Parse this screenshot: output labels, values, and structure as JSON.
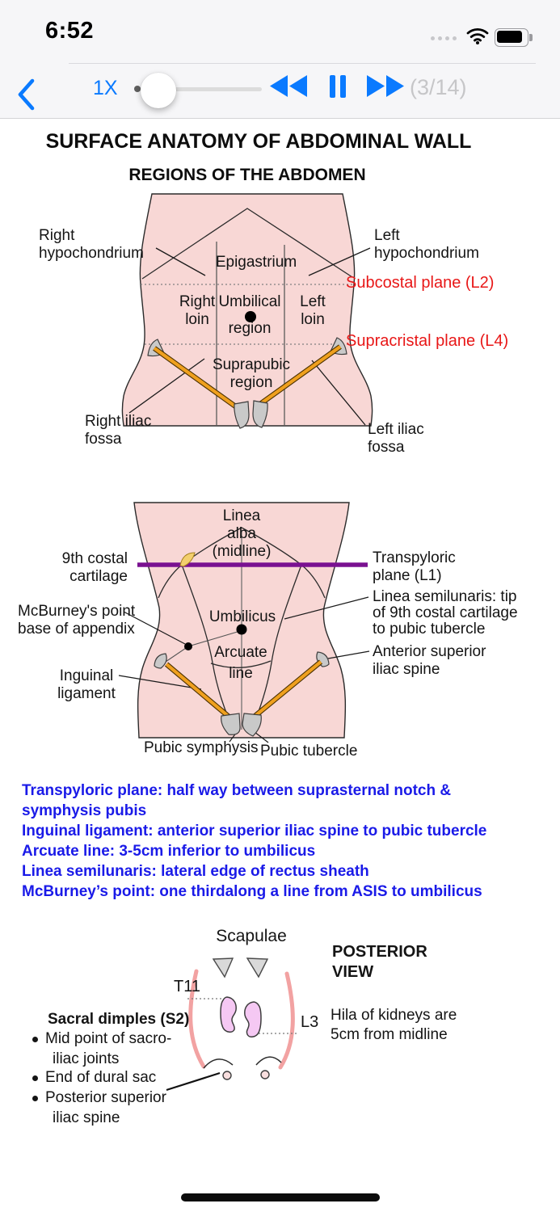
{
  "status_bar": {
    "time": "6:52",
    "icons": [
      "cellular-dots",
      "wifi-icon",
      "battery-icon"
    ]
  },
  "player": {
    "speed": "1X",
    "page_indicator": "(3/14)"
  },
  "page": {
    "title": "SURFACE ANATOMY OF ABDOMINAL WALL",
    "subtitle": "REGIONS OF THE ABDOMEN"
  },
  "colors": {
    "accent_blue": "#0a7aff",
    "label_red": "#e81717",
    "notes_blue": "#1a1ae8",
    "skin_pink": "#f8d7d5",
    "plane_purple": "#7a1191",
    "ligament_orange": "#efa01e",
    "kidney_pink": "#f5c8f3"
  },
  "diagram1": {
    "labels": {
      "right_hypochondrium": [
        "Right",
        "hypochondrium"
      ],
      "left_hypochondrium": [
        "Left",
        "hypochondrium"
      ],
      "epigastrium": "Epigastrium",
      "subcostal_plane": "Subcostal plane (L2)",
      "right_loin": [
        "Right",
        "loin"
      ],
      "umbilical_region": [
        "Umbilical",
        "region"
      ],
      "left_loin": [
        "Left",
        "loin"
      ],
      "supracristal_plane": "Supracristal plane (L4)",
      "suprapubic_region": [
        "Suprapubic",
        "region"
      ],
      "right_iliac_fossa": [
        "Right iliac",
        "fossa"
      ],
      "left_iliac_fossa": [
        "Left iliac",
        "fossa"
      ]
    }
  },
  "diagram2": {
    "labels": {
      "linea_alba": [
        "Linea",
        "alba",
        "(midline)"
      ],
      "ninth_costal_cartilage": [
        "9th costal",
        "cartilage"
      ],
      "transpyloric_plane": [
        "Transpyloric",
        "plane (L1)"
      ],
      "linea_semilunaris": [
        "Linea semilunaris: tip",
        "of 9th costal cartilage",
        "to pubic tubercle"
      ],
      "mcburneys_point": [
        "McBurney's point",
        "base of appendix"
      ],
      "umbilicus": "Umbilicus",
      "arcuate_line": [
        "Arcuate",
        "line"
      ],
      "anterior_superior_iliac_spine": [
        "Anterior superior",
        "iliac spine"
      ],
      "inguinal_ligament": [
        "Inguinal",
        "ligament"
      ],
      "pubic_symphysis": "Pubic symphysis",
      "pubic_tubercle": "Pubic tubercle"
    }
  },
  "notes": {
    "lines": [
      "Transpyloric plane: half way between suprasternal notch &",
      "symphysis pubis",
      "Inguinal ligament: anterior superior iliac spine to pubic tubercle",
      "Arcuate line: 3-5cm inferior to umbilicus",
      "Linea semilunaris: lateral edge of rectus sheath",
      "McBurney’s point: one thirdalong a line from ASIS to umbilicus"
    ]
  },
  "diagram3": {
    "labels": {
      "scapulae": "Scapulae",
      "posterior_view": [
        "POSTERIOR",
        "VIEW"
      ],
      "t11": "T11",
      "l3": "L3",
      "sacral_dimples_heading": "Sacral dimples (S2)",
      "hila": [
        "Hila of kidneys are",
        "5cm from midline"
      ],
      "bullet1": [
        "Mid point of sacro-",
        "iliac joints"
      ],
      "bullet2": "End of dural sac",
      "bullet3": [
        "Posterior superior",
        "iliac spine"
      ]
    }
  }
}
